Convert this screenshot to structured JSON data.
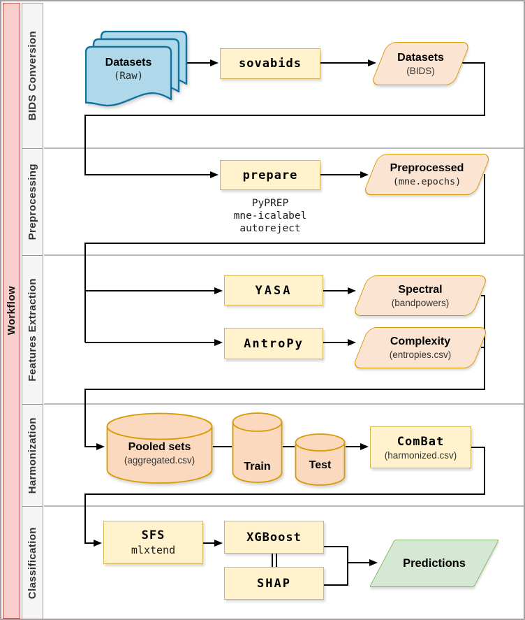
{
  "workflow_band": {
    "label": "Workflow"
  },
  "stages": [
    {
      "label": "BIDS Conversion"
    },
    {
      "label": "Preprocessing"
    },
    {
      "label": "Features Extraction"
    },
    {
      "label": "Harmonization"
    },
    {
      "label": "Classification"
    }
  ],
  "nodes": {
    "datasets_raw": {
      "title": "Datasets",
      "subtitle": "(Raw)"
    },
    "sovabids": {
      "label": "sovabids"
    },
    "datasets_bids": {
      "title": "Datasets",
      "subtitle": "(BIDS)"
    },
    "prepare": {
      "label": "prepare",
      "tools": [
        "PyPREP",
        "mne-icalabel",
        "autoreject"
      ]
    },
    "preprocessed": {
      "title": "Preprocessed",
      "subtitle": "(mne.epochs)"
    },
    "yasa": {
      "label": "YASA"
    },
    "antropy": {
      "label": "AntroPy"
    },
    "spectral": {
      "title": "Spectral",
      "subtitle": "(bandpowers)"
    },
    "complexity": {
      "title": "Complexity",
      "subtitle": "(entropies.csv)"
    },
    "pooled_sets": {
      "title": "Pooled sets",
      "subtitle": "(aggregated.csv)"
    },
    "train": {
      "title": "Train"
    },
    "test": {
      "title": "Test"
    },
    "combat": {
      "title": "ComBat",
      "subtitle": "(harmonized.csv)"
    },
    "sfs": {
      "title": "SFS",
      "subtitle": "mlxtend"
    },
    "xgboost": {
      "label": "XGBoost"
    },
    "shap": {
      "label": "SHAP"
    },
    "predictions": {
      "label": "Predictions"
    }
  },
  "colors": {
    "band_fill": "#F8CECC",
    "band_border": "#B85450",
    "stage_fill": "#F5F5F5",
    "process_fill": "#FFF2CC",
    "process_border": "#D6B656",
    "data_fill": "#FBE4D2",
    "data_border": "#D79B00",
    "store_fill": "#FAD9BE",
    "doc_fill": "#AFD9EA",
    "doc_border": "#10739E",
    "output_fill": "#D5E8D4",
    "output_border": "#82B366",
    "connector": "#000000"
  }
}
